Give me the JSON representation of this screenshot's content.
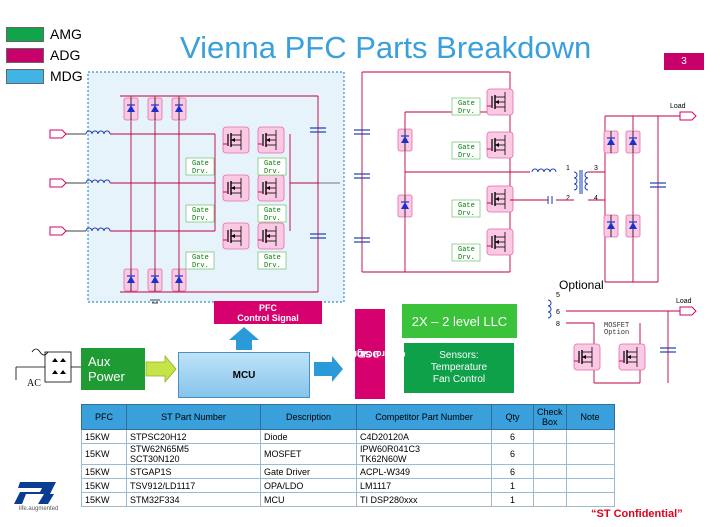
{
  "legend": [
    {
      "label": "AMG",
      "color": "#11a54b"
    },
    {
      "label": "ADG",
      "color": "#c8006a"
    },
    {
      "label": "MDG",
      "color": "#41b4e6"
    }
  ],
  "title": "Vienna PFC Parts Breakdown",
  "slide_number": "3",
  "gate_driver_label_line1": "Gate",
  "gate_driver_label_line2": "Drv.",
  "pfc_control_line1": "PFC",
  "pfc_control_line2": "Control Signal",
  "llc_label": "2X – 2 level LLC",
  "sensors": {
    "line1": "Sensors:",
    "line2": "Temperature",
    "line3": "Fan Control"
  },
  "aux_power": {
    "line1": "Aux",
    "line2": "Power"
  },
  "mcu_label": "MCU",
  "dcdc_label": {
    "line1": "DC/DC",
    "line2": "Control Signal"
  },
  "optional_label": "Optional",
  "load_label": "Load",
  "transformer_pins": [
    "1",
    "2",
    "3",
    "4"
  ],
  "optional_pins": [
    "5",
    "6",
    "8"
  ],
  "mosfet_option": {
    "line1": "MOSFET",
    "line2": "Option"
  },
  "ac_label": "AC",
  "table": {
    "headers": [
      "PFC",
      "ST Part Number",
      "Description",
      "Competitor Part Number",
      "Qty",
      "Check Box",
      "Note"
    ],
    "rows": [
      {
        "pfc": "15KW",
        "st": "STPSC20H12",
        "desc": "Diode",
        "comp": "C4D20120A",
        "qty": "6",
        "check": "",
        "note": ""
      },
      {
        "pfc": "15KW",
        "st": "STW62N65M5\nSCT30N120",
        "desc": "MOSFET",
        "comp": "IPW60R041C3\nTK62N60W",
        "qty": "6",
        "check": "",
        "note": ""
      },
      {
        "pfc": "15KW",
        "st": "STGAP1S",
        "desc": "Gate Driver",
        "comp": "ACPL-W349",
        "qty": "6",
        "check": "",
        "note": ""
      },
      {
        "pfc": "15KW",
        "st": "TSV912/LD1117",
        "desc": "OPA/LDO",
        "comp": "LM1117",
        "qty": "1",
        "check": "",
        "note": ""
      },
      {
        "pfc": "15KW",
        "st": "STM32F334",
        "desc": "MCU",
        "comp": "TI DSP280xxx",
        "qty": "1",
        "check": "",
        "note": ""
      }
    ]
  },
  "confidential": "“ST Confidential”",
  "logo_tagline": "life.augmented"
}
